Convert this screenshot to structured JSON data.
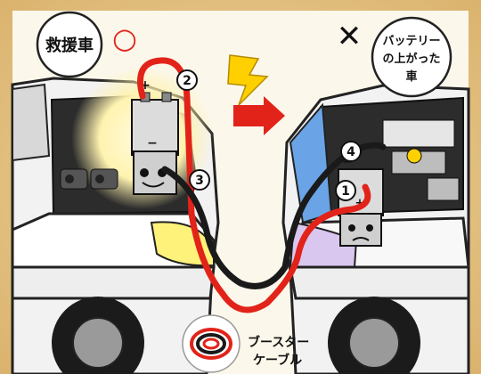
{
  "labels": {
    "rescue_car": "救援車",
    "dead_car_line1": "バッテリー",
    "dead_car_line2": "の上がった",
    "dead_car_line3": "車",
    "cable_line1": "ブースター",
    "cable_line2": "ケーブル"
  },
  "marks": {
    "good": "○",
    "bad": "✕"
  },
  "steps": [
    "1",
    "2",
    "3",
    "4"
  ],
  "battery_signs": {
    "plus": "+",
    "minus": "−"
  },
  "colors": {
    "background_parchment": "#e8c98a",
    "panel": "#fbf7ea",
    "car_white": "#f2f2f2",
    "engine_dark": "#2c2c2c",
    "rescue_glow": "#fff3b0",
    "cable_red": "#e2231a",
    "cable_black": "#1a1a1a",
    "arrow_red": "#e2231a",
    "lightning_yellow": "#ffd000",
    "good_mark_red": "#e2231a",
    "headlight_yellow": "#fff27a",
    "dead_car_tint": "#d9c7ef"
  },
  "icons": [
    "circle-mark-icon",
    "cross-mark-icon",
    "lightning-icon",
    "right-arrow-icon",
    "battery-icon",
    "cable-coil-icon"
  ]
}
